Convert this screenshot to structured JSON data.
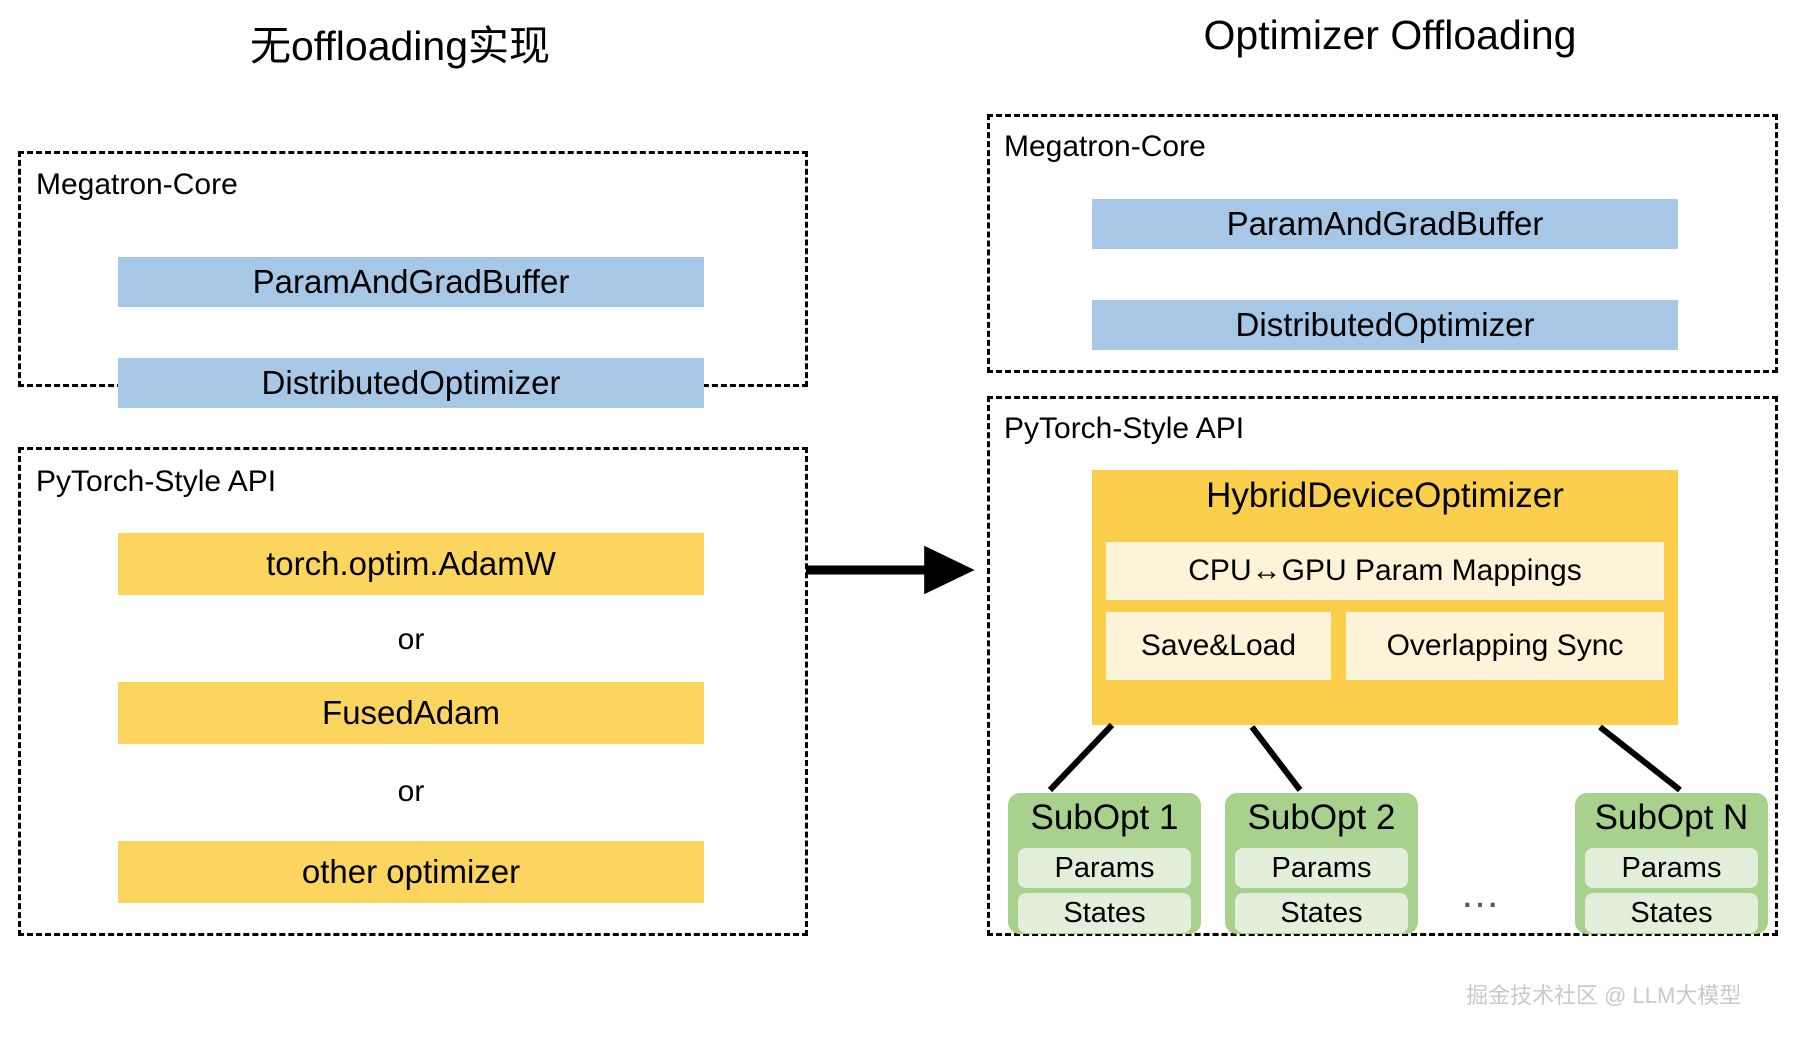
{
  "diagram": {
    "title_left": "无offloading实现",
    "title_right": "Optimizer Offloading",
    "colors": {
      "blue_bar": "#A7C7E7",
      "yellow_bar": "#FCD55F",
      "hdo_fill": "#FBCF4B",
      "hdo_sub_fill": "#FDF3D8",
      "subopt_fill": "#A9D18E",
      "subopt_slot_fill": "#E3EFDA",
      "border": "#000000",
      "background": "#FFFFFF"
    },
    "watermark": "掘金技术社区 @ LLM大模型"
  },
  "left_panel": {
    "megatron": {
      "label": "Megatron-Core",
      "bars": [
        "ParamAndGradBuffer",
        "DistributedOptimizer"
      ]
    },
    "pytorch_api": {
      "label": "PyTorch-Style API",
      "bars": [
        "torch.optim.AdamW",
        "FusedAdam",
        "other optimizer"
      ],
      "connector_1": "or",
      "connector_2": "or"
    }
  },
  "right_panel": {
    "megatron": {
      "label": "Megatron-Core",
      "bars": [
        "ParamAndGradBuffer",
        "DistributedOptimizer"
      ]
    },
    "pytorch_api": {
      "label": "PyTorch-Style API",
      "hdo": {
        "title": "HybridDeviceOptimizer",
        "mapping": "CPU↔GPU Param Mappings",
        "save_load": "Save&Load",
        "overlapping_sync": "Overlapping Sync"
      },
      "subopts": [
        {
          "title": "SubOpt 1",
          "params": "Params",
          "states": "States"
        },
        {
          "title": "SubOpt 2",
          "params": "Params",
          "states": "States"
        },
        {
          "title": "SubOpt N",
          "params": "Params",
          "states": "States"
        }
      ],
      "ellipsis": "…"
    }
  }
}
